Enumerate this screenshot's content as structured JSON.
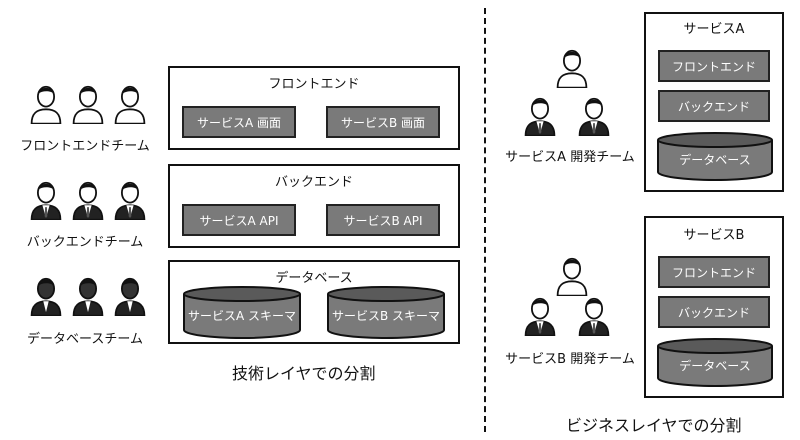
{
  "left": {
    "teams": [
      {
        "label": "フロントエンドチーム",
        "style": "casual"
      },
      {
        "label": "バックエンドチーム",
        "style": "suit"
      },
      {
        "label": "データベースチーム",
        "style": "suit-dark"
      }
    ],
    "layers": [
      {
        "title": "フロントエンド",
        "items": [
          "サービスA 画面",
          "サービスB 画面"
        ]
      },
      {
        "title": "バックエンド",
        "items": [
          "サービスA API",
          "サービスB API"
        ]
      },
      {
        "title": "データベース",
        "items": [
          "サービスA スキーマ",
          "サービスB スキーマ"
        ]
      }
    ],
    "caption": "技術レイヤでの分割"
  },
  "right": {
    "services": [
      {
        "team_label": "サービスA 開発チーム",
        "title": "サービスA",
        "frontend": "フロントエンド",
        "backend": "バックエンド",
        "database": "データベース"
      },
      {
        "team_label": "サービスB 開発チーム",
        "title": "サービスB",
        "frontend": "フロントエンド",
        "backend": "バックエンド",
        "database": "データベース"
      }
    ],
    "caption": "ビジネスレイヤでの分割"
  }
}
